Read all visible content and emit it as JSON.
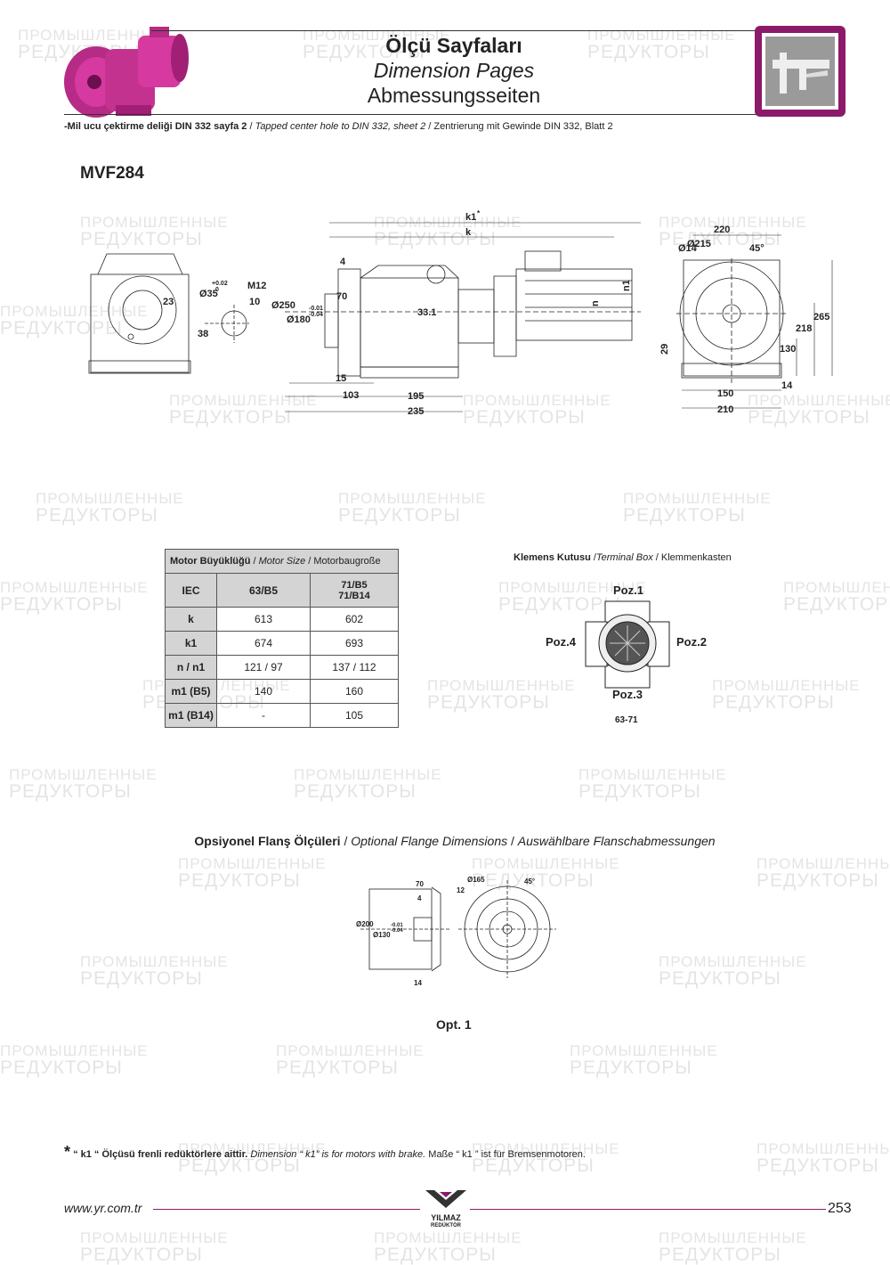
{
  "header": {
    "title_tr": "Ölçü Sayfaları",
    "title_en": "Dimension Pages",
    "title_de": "Abmessungsseiten"
  },
  "note": {
    "tr": "-Mil ucu çektirme deliği DIN 332 sayfa 2",
    "en": "Tapped center hole to DIN 332, sheet 2",
    "de": "Zentrierung mit Gewinde DIN 332, Blatt 2"
  },
  "model": "MVF284",
  "drawing": {
    "labels": {
      "k1": "k1",
      "k1_star": "*",
      "k": "k",
      "n": "n",
      "n1": "n1",
      "d35": "Ø35",
      "tol_p": "+0.02",
      "tol_0": "0",
      "m12": "M12",
      "d10": "10",
      "d23": "23",
      "d38": "38",
      "d4": "4",
      "d70": "70",
      "d250": "Ø250",
      "d180": "Ø180",
      "tol_a": "-0.01",
      "tol_b": "-0.04",
      "d33": "33.1",
      "d15": "15",
      "d103": "103",
      "d195": "195",
      "d235": "235",
      "d14a": "Ø14",
      "d215": "Ø215",
      "d220": "220",
      "deg45": "45°",
      "d265": "265",
      "d218": "218",
      "d130": "130",
      "d29": "29",
      "d14b": "14",
      "d150": "150",
      "d210": "210"
    }
  },
  "motor_table": {
    "caption_tr": "Motor Büyüklüğü",
    "caption_en": "Motor Size",
    "caption_de": "Motorbaugroße",
    "header": [
      "IEC",
      "63/B5",
      "71/B5\n71/B14"
    ],
    "rows": [
      [
        "k",
        "613",
        "602"
      ],
      [
        "k1",
        "674",
        "693"
      ],
      [
        "n / n1",
        "121 / 97",
        "137 / 112"
      ],
      [
        "m1 (B5)",
        "140",
        "160"
      ],
      [
        "m1 (B14)",
        "-",
        "105"
      ]
    ]
  },
  "terminal_box": {
    "title_tr": "Klemens Kutusu",
    "title_en": "Terminal Box",
    "title_de": "Klemmenkasten",
    "poz1": "Poz.1",
    "poz2": "Poz.2",
    "poz3": "Poz.3",
    "poz4": "Poz.4",
    "range": "63-71"
  },
  "optional_flange": {
    "title_tr": "Opsiyonel Flanş Ölçüleri",
    "title_en": "Optional Flange Dimensions",
    "title_de": "Auswählbare Flanschabmessungen",
    "labels": {
      "d70": "70",
      "d4": "4",
      "d200": "Ø200",
      "d130": "Ø130",
      "tol_a": "-0.01",
      "tol_b": "-0.04",
      "d14": "14",
      "d165": "Ø165",
      "d12": "12",
      "deg45": "45°"
    },
    "caption": "Opt. 1"
  },
  "footnote": {
    "star": "*",
    "tr": "“ k1 “ Ölçüsü frenli redüktörlere aittir.",
    "en": "Dimension “ k1” is for motors with brake.",
    "de": "Maße “ k1 ” ist für Bremsenmotoren."
  },
  "footer": {
    "url": "www.yr.com.tr",
    "brand": "YILMAZ",
    "brand_sub": "REDÜKTÖR",
    "page": "253"
  },
  "watermark": {
    "line1": "ПРОМЫШЛЕННЫЕ",
    "line2": "РЕДУКТОРЫ"
  },
  "colors": {
    "accent": "#8c1a6b",
    "product_pink": "#d6399f",
    "table_header": "#d4d4d4"
  }
}
